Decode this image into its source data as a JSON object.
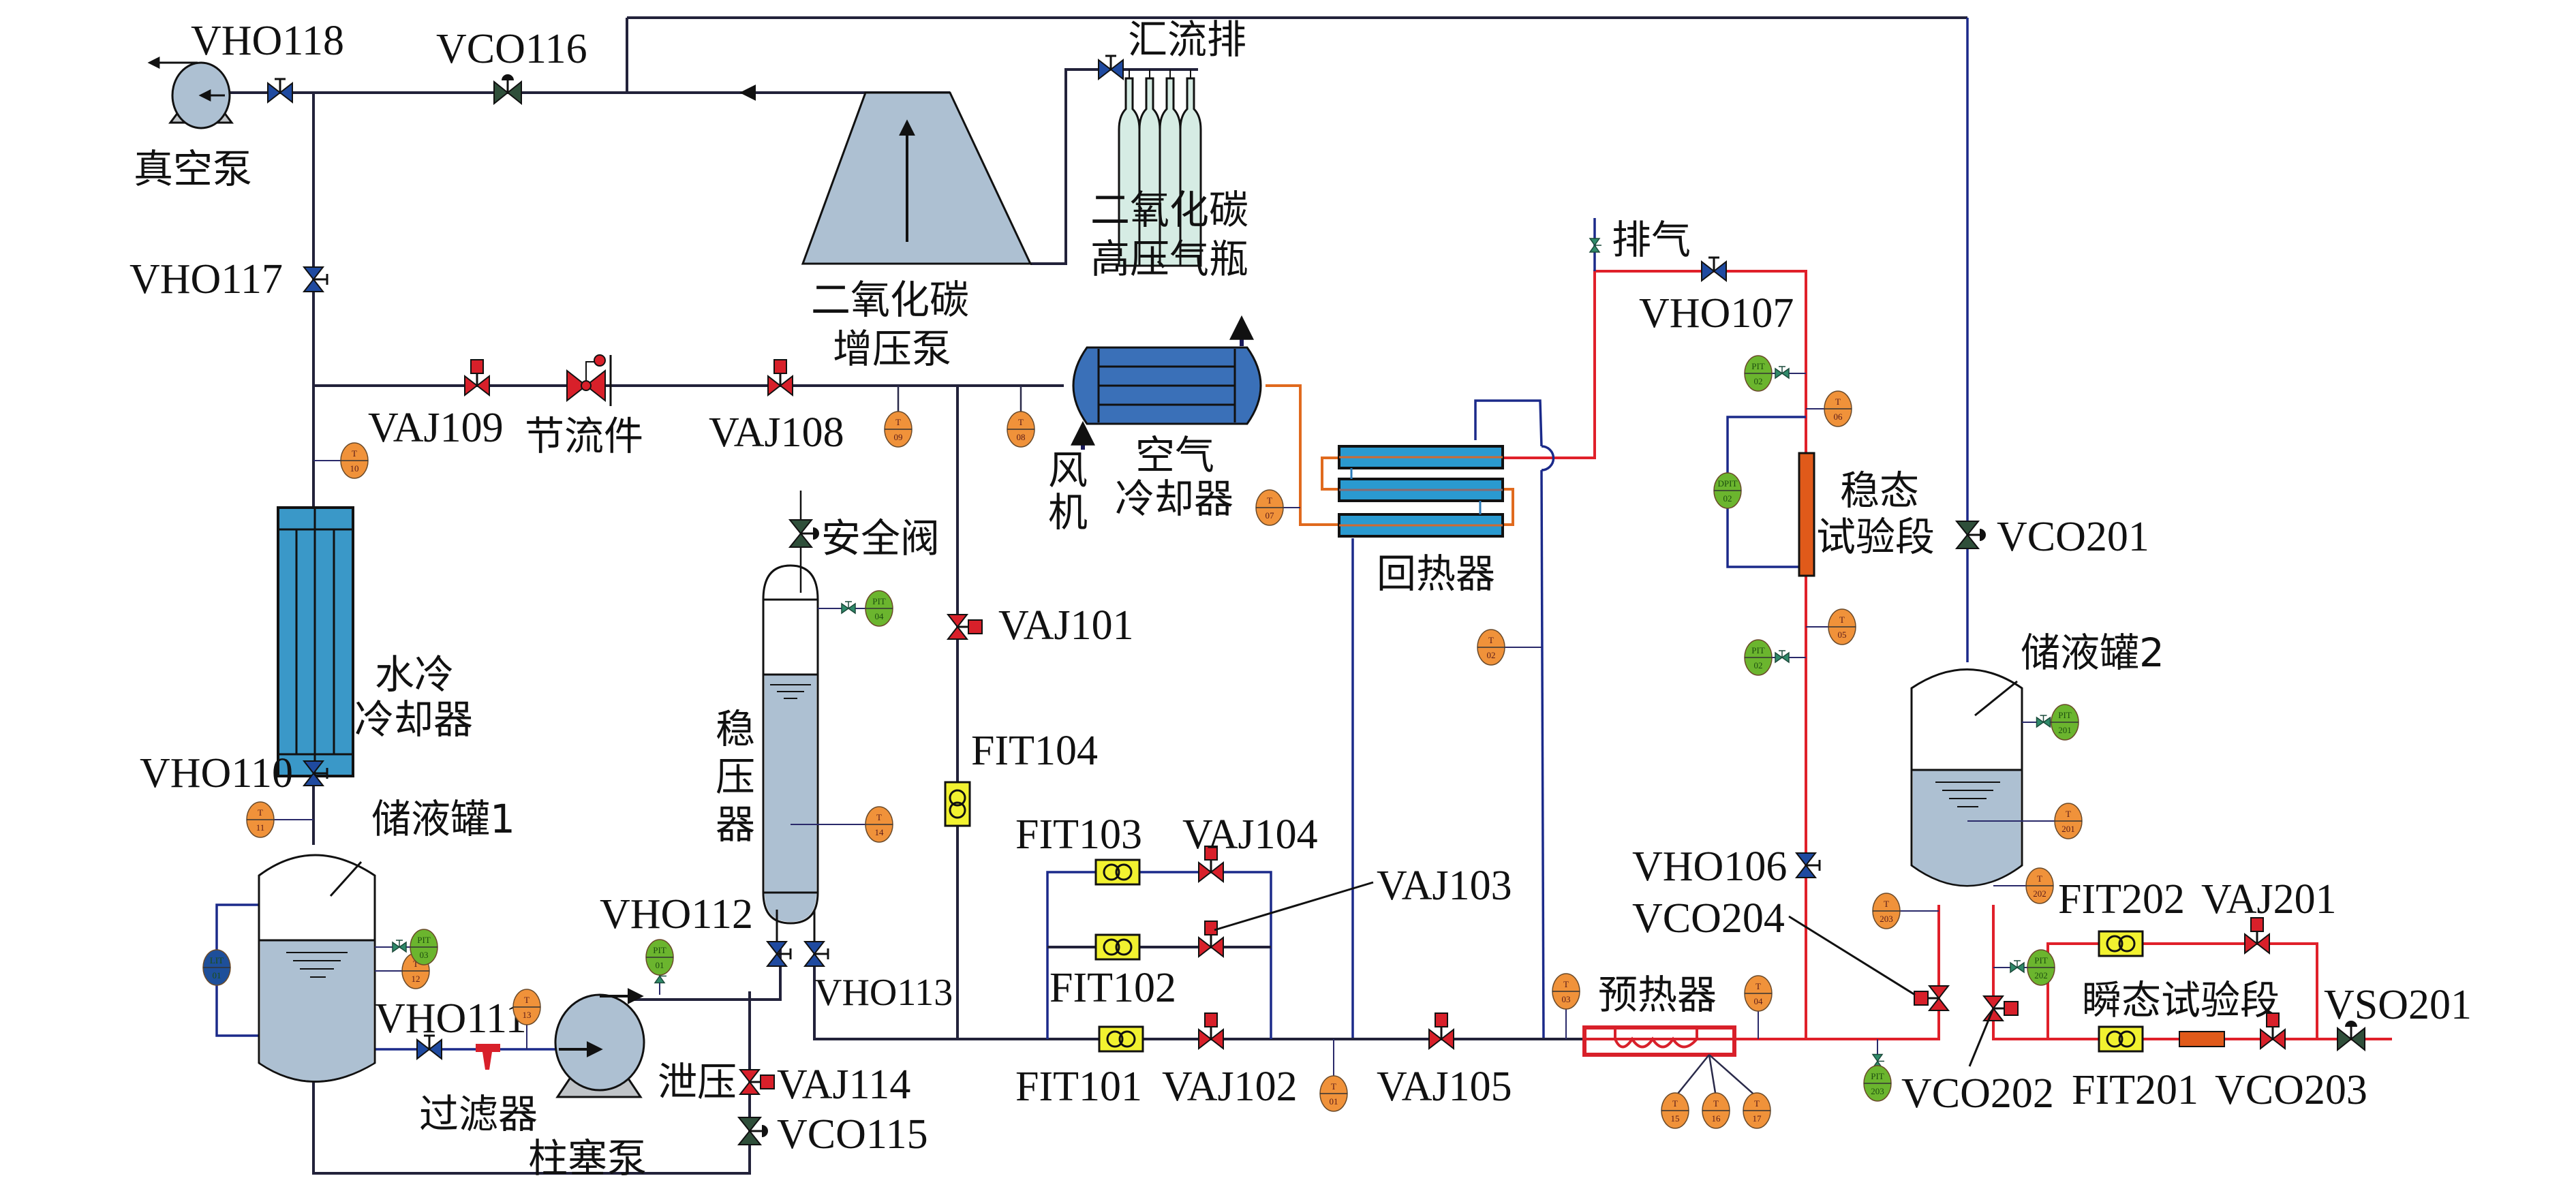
{
  "title": "CO2 thermal-hydraulic test loop process flow diagram",
  "colors": {
    "pipe_main": "#22223a",
    "pipe_hot": "#e0202a",
    "pipe_cooling": "#e06a1e",
    "pipe_blue": "#1b2a8a",
    "valve_manual": "#1f4aa0",
    "valve_pneumatic": "#d8202a",
    "valve_check": "#2f4f3a",
    "temperature_sensor": "#f0923a",
    "pressure_sensor": "#6bb52e",
    "level_sensor": "#1e4f9a",
    "flowmeter": "#f2f230",
    "vessel_fill": "#adc0d2",
    "heat_exchanger": "#2a9ad0",
    "test_section": "#e05a1a"
  },
  "equipment": {
    "vacuum_pump": "真空泵",
    "booster_pump_line1": "二氧化碳",
    "booster_pump_line2": "增压泵",
    "manifold": "汇流排",
    "bottles_line1": "二氧化碳",
    "bottles_line2": "高压气瓶",
    "throttle": "节流件",
    "air_cooler_line1": "空气",
    "air_cooler_line2": "冷却器",
    "fan_line1": "风",
    "fan_line2": "机",
    "water_cooler_line1": "水冷",
    "water_cooler_line2": "冷却器",
    "safety_valve": "安全阀",
    "pressurizer_1": "稳",
    "pressurizer_2": "压",
    "pressurizer_3": "器",
    "regenerator": "回热器",
    "vent": "排气",
    "steady_section_line1": "稳态",
    "steady_section_line2": "试验段",
    "tank1": "储液罐1",
    "tank2": "储液罐2",
    "filter": "过滤器",
    "plunger_pump": "柱塞泵",
    "relief": "泄压",
    "preheater": "预热器",
    "transient_section": "瞬态试验段"
  },
  "valves": {
    "VHO118": "VHO118",
    "VCO116": "VCO116",
    "VHO117": "VHO117",
    "VAJ109": "VAJ109",
    "VAJ108": "VAJ108",
    "VHO110": "VHO110",
    "VHO111": "VHO111",
    "VHO112": "VHO112",
    "VHO113": "VHO113",
    "VAJ114": "VAJ114",
    "VCO115": "VCO115",
    "VAJ101": "VAJ101",
    "VAJ102": "VAJ102",
    "VAJ103": "VAJ103",
    "VAJ104": "VAJ104",
    "VAJ105": "VAJ105",
    "VHO106": "VHO106",
    "VHO107": "VHO107",
    "VCO201": "VCO201",
    "VCO202": "VCO202",
    "VCO203": "VCO203",
    "VCO204": "VCO204",
    "VAJ201": "VAJ201",
    "VSO201": "VSO201"
  },
  "flowmeters": {
    "FIT101": "FIT101",
    "FIT102": "FIT102",
    "FIT103": "FIT103",
    "FIT104": "FIT104",
    "FIT201": "FIT201",
    "FIT202": "FIT202"
  },
  "sensors": {
    "T01": {
      "tag": "T",
      "num": "01"
    },
    "T02": {
      "tag": "T",
      "num": "02"
    },
    "T03": {
      "tag": "T",
      "num": "03"
    },
    "T04": {
      "tag": "T",
      "num": "04"
    },
    "T05": {
      "tag": "T",
      "num": "05"
    },
    "T06": {
      "tag": "T",
      "num": "06"
    },
    "T07": {
      "tag": "T",
      "num": "07"
    },
    "T08": {
      "tag": "T",
      "num": "08"
    },
    "T09": {
      "tag": "T",
      "num": "09"
    },
    "T10": {
      "tag": "T",
      "num": "10"
    },
    "T11": {
      "tag": "T",
      "num": "11"
    },
    "T12": {
      "tag": "T",
      "num": "12"
    },
    "T13": {
      "tag": "T",
      "num": "13"
    },
    "T14": {
      "tag": "T",
      "num": "14"
    },
    "T15": {
      "tag": "T",
      "num": "15"
    },
    "T16": {
      "tag": "T",
      "num": "16"
    },
    "T17": {
      "tag": "T",
      "num": "17"
    },
    "T201": {
      "tag": "T",
      "num": "201"
    },
    "T202": {
      "tag": "T",
      "num": "202"
    },
    "T203": {
      "tag": "T",
      "num": "203"
    },
    "PIT01": {
      "tag": "PIT",
      "num": "01"
    },
    "PIT02a": {
      "tag": "PIT",
      "num": "02"
    },
    "PIT02b": {
      "tag": "PIT",
      "num": "02"
    },
    "PIT03": {
      "tag": "PIT",
      "num": "03"
    },
    "PIT04": {
      "tag": "PIT",
      "num": "04"
    },
    "PIT201": {
      "tag": "PIT",
      "num": "201"
    },
    "PIT202": {
      "tag": "PIT",
      "num": "202"
    },
    "PIT203": {
      "tag": "PIT",
      "num": "203"
    },
    "DPIT02": {
      "tag": "DPIT",
      "num": "02"
    },
    "LIT01": {
      "tag": "LIT",
      "num": "01"
    }
  }
}
